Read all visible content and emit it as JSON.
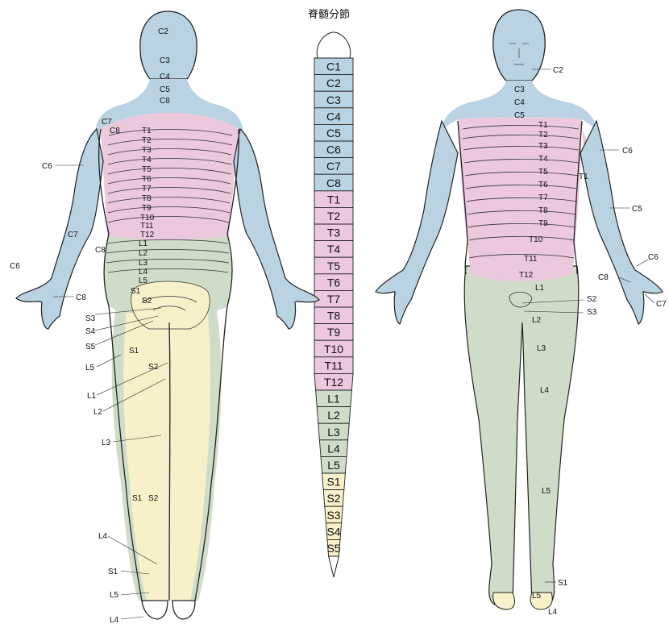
{
  "title": "脊髄分節",
  "colors": {
    "cervical": "#b9d3e3",
    "thoracic": "#ebc8dc",
    "lumbar": "#cfddc8",
    "sacral": "#f7f0c8",
    "outline": "#222222"
  },
  "spine_segments": [
    "C1",
    "C2",
    "C3",
    "C4",
    "C5",
    "C6",
    "C7",
    "C8",
    "T1",
    "T2",
    "T3",
    "T4",
    "T5",
    "T6",
    "T7",
    "T8",
    "T9",
    "T10",
    "T11",
    "T12",
    "L1",
    "L2",
    "L3",
    "L4",
    "L5",
    "S1",
    "S2",
    "S3",
    "S4",
    "S5"
  ],
  "back_labels": {
    "head": "C2",
    "neck": [
      "C3",
      "C4",
      "C5",
      "C8"
    ],
    "shoulder": [
      "C7",
      "C8"
    ],
    "thoracic": [
      "T1",
      "T2",
      "T3",
      "T4",
      "T5",
      "T6",
      "T7",
      "T8",
      "T9",
      "T10",
      "T11",
      "T12"
    ],
    "lumbar": [
      "L1",
      "L2",
      "L3",
      "L4",
      "L5"
    ],
    "arm_c6": "C6",
    "arm_c7": "C7",
    "arm_c8": "C8",
    "hand_c6": "C6",
    "hand_c8": "C8",
    "sacral_s1": "S1",
    "sacral_s2": "S2",
    "left_s3": "S3",
    "left_s4": "S4",
    "left_s5": "S5",
    "thigh_s1": "S1",
    "thigh_s2": "S2",
    "left_l5": "L5",
    "left_l1": "L1",
    "left_l2": "L2",
    "left_l3": "L3",
    "calf_s1": "S1",
    "calf_s2": "S2",
    "ankle_l4": "L4",
    "ankle_s1": "S1",
    "ankle_l5": "L5",
    "foot_l4": "L4"
  },
  "front_labels": {
    "face_c2": "C2",
    "neck": [
      "C3",
      "C4",
      "C5"
    ],
    "thoracic": [
      "T1",
      "T2",
      "T3",
      "T4",
      "T5",
      "T6",
      "T7",
      "T8",
      "T9",
      "T10",
      "T11",
      "T12"
    ],
    "arm_t1": "T1",
    "arm_c6": "C6",
    "arm_c5": "C5",
    "hand_c6": "C6",
    "hand_c8": "C8",
    "hand_c7": "C7",
    "l1": "L1",
    "s2": "S2",
    "s3": "S3",
    "l2": "L2",
    "l3": "L3",
    "l4": "L4",
    "l5": "L5",
    "foot_s1": "S1",
    "foot_l5": "L5",
    "foot_l4": "L4"
  }
}
